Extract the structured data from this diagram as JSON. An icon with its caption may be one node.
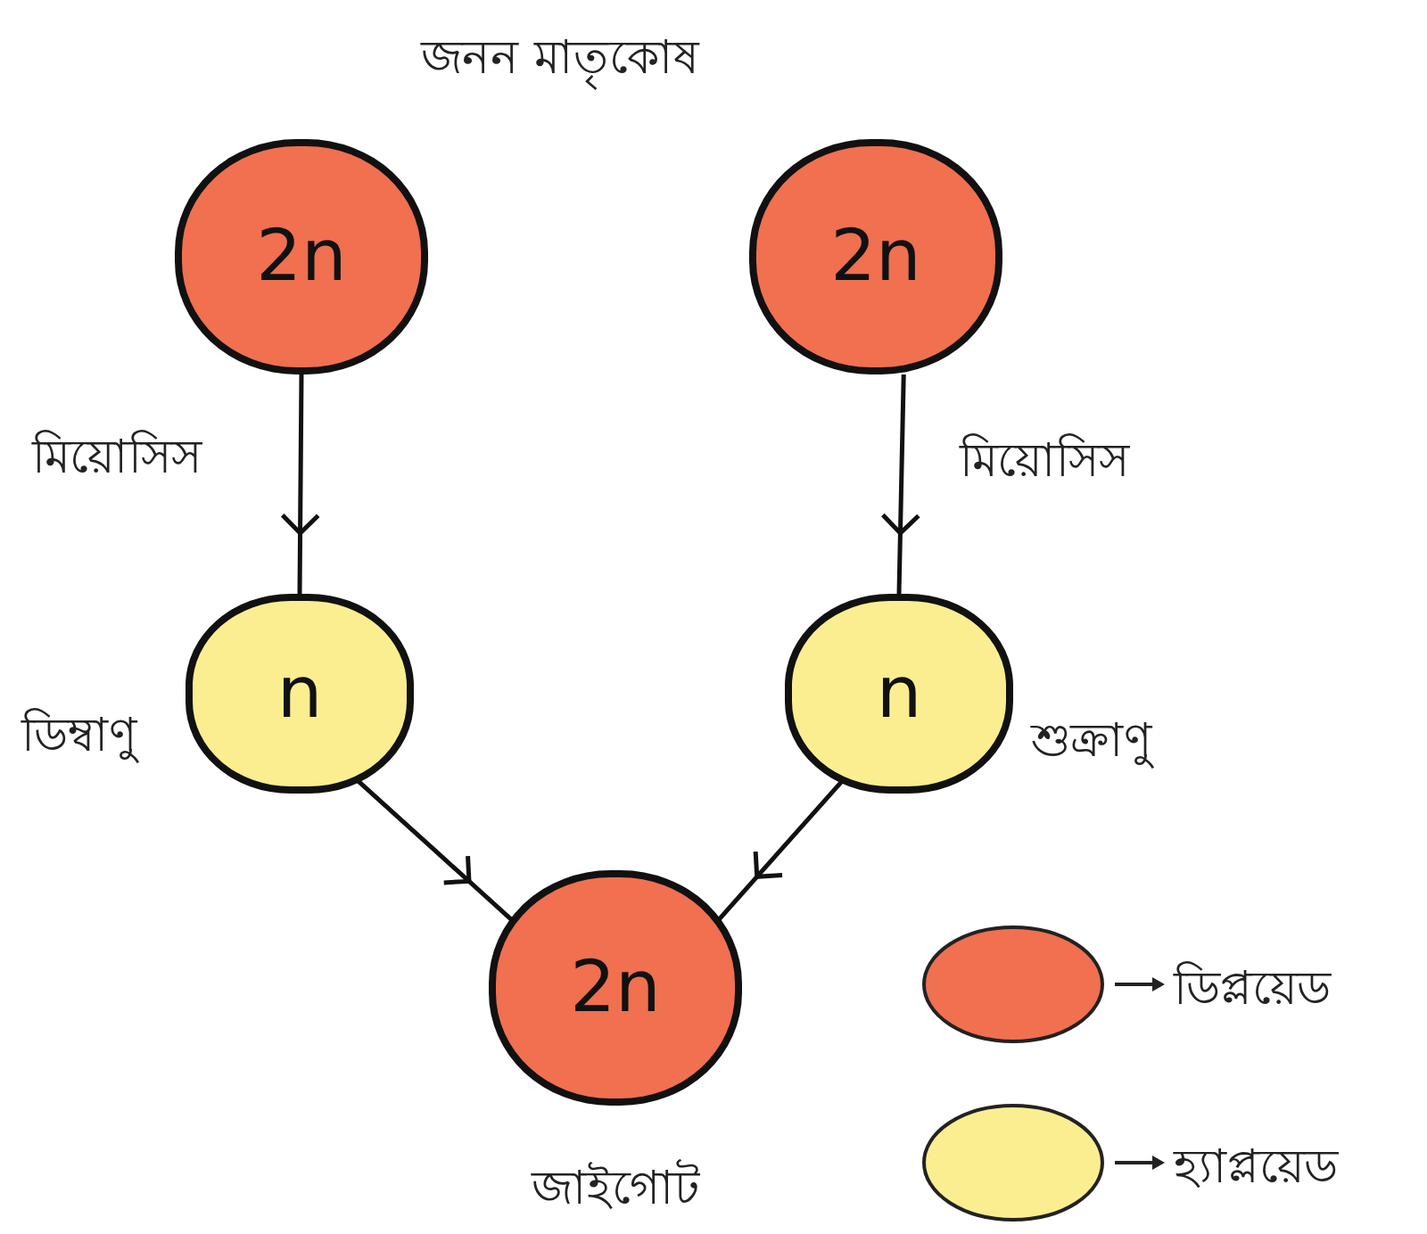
{
  "diagram": {
    "title": "জনন মাতৃকোষ",
    "nodes": [
      {
        "text": [
          "2n"
        ]
      },
      {
        "text": [
          "2n"
        ]
      },
      {
        "text": [
          "n"
        ],
        "beside": [
          "ডিম্বাণু"
        ]
      },
      {
        "text": [
          "n"
        ],
        "beside": [
          "শুক্রাণু"
        ]
      },
      {
        "text": [
          "2n"
        ],
        "beside": [
          "জাইগোট"
        ]
      }
    ],
    "edges": [
      {
        "from": 0,
        "to": 2,
        "arrow": "to",
        "label": "মিয়োসিস"
      },
      {
        "from": 1,
        "to": 3,
        "arrow": "to",
        "label": "মিয়োসিস"
      },
      {
        "from": 2,
        "to": 4,
        "arrow": "to"
      },
      {
        "from": 3,
        "to": 4,
        "arrow": "to"
      }
    ],
    "legend": [
      {
        "text": "ডিপ্লয়েড",
        "color": "#f07050"
      },
      {
        "text": "হ্যাপ্লয়েড",
        "color": "#fbee90"
      }
    ]
  }
}
